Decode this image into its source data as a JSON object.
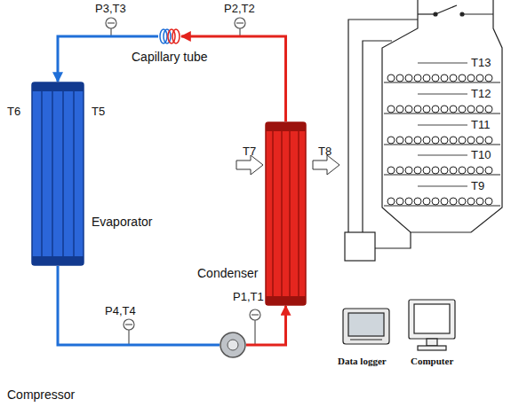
{
  "diagram": {
    "nodes": [
      {
        "text": [
          "Capillary tube"
        ]
      },
      {
        "text": [
          "Evaporator"
        ]
      },
      {
        "text": [
          "Condenser"
        ]
      },
      {
        "text": [
          "Compressor"
        ]
      }
    ],
    "edges": [
      {
        "from": 2,
        "to": 0,
        "arrow": "to"
      },
      {
        "from": 0,
        "to": 1,
        "arrow": "to"
      },
      {
        "from": 1,
        "to": 3,
        "arrow": "none"
      },
      {
        "from": 3,
        "to": 2,
        "arrow": "to"
      }
    ],
    "labels": [
      "P3,T3",
      "P2,T2",
      "T6",
      "T5",
      "T7",
      "T8",
      "P1,T1",
      "P4,T4",
      "T13",
      "T12",
      "T11",
      "T10",
      "T9",
      "Data logger",
      "Computer"
    ]
  }
}
